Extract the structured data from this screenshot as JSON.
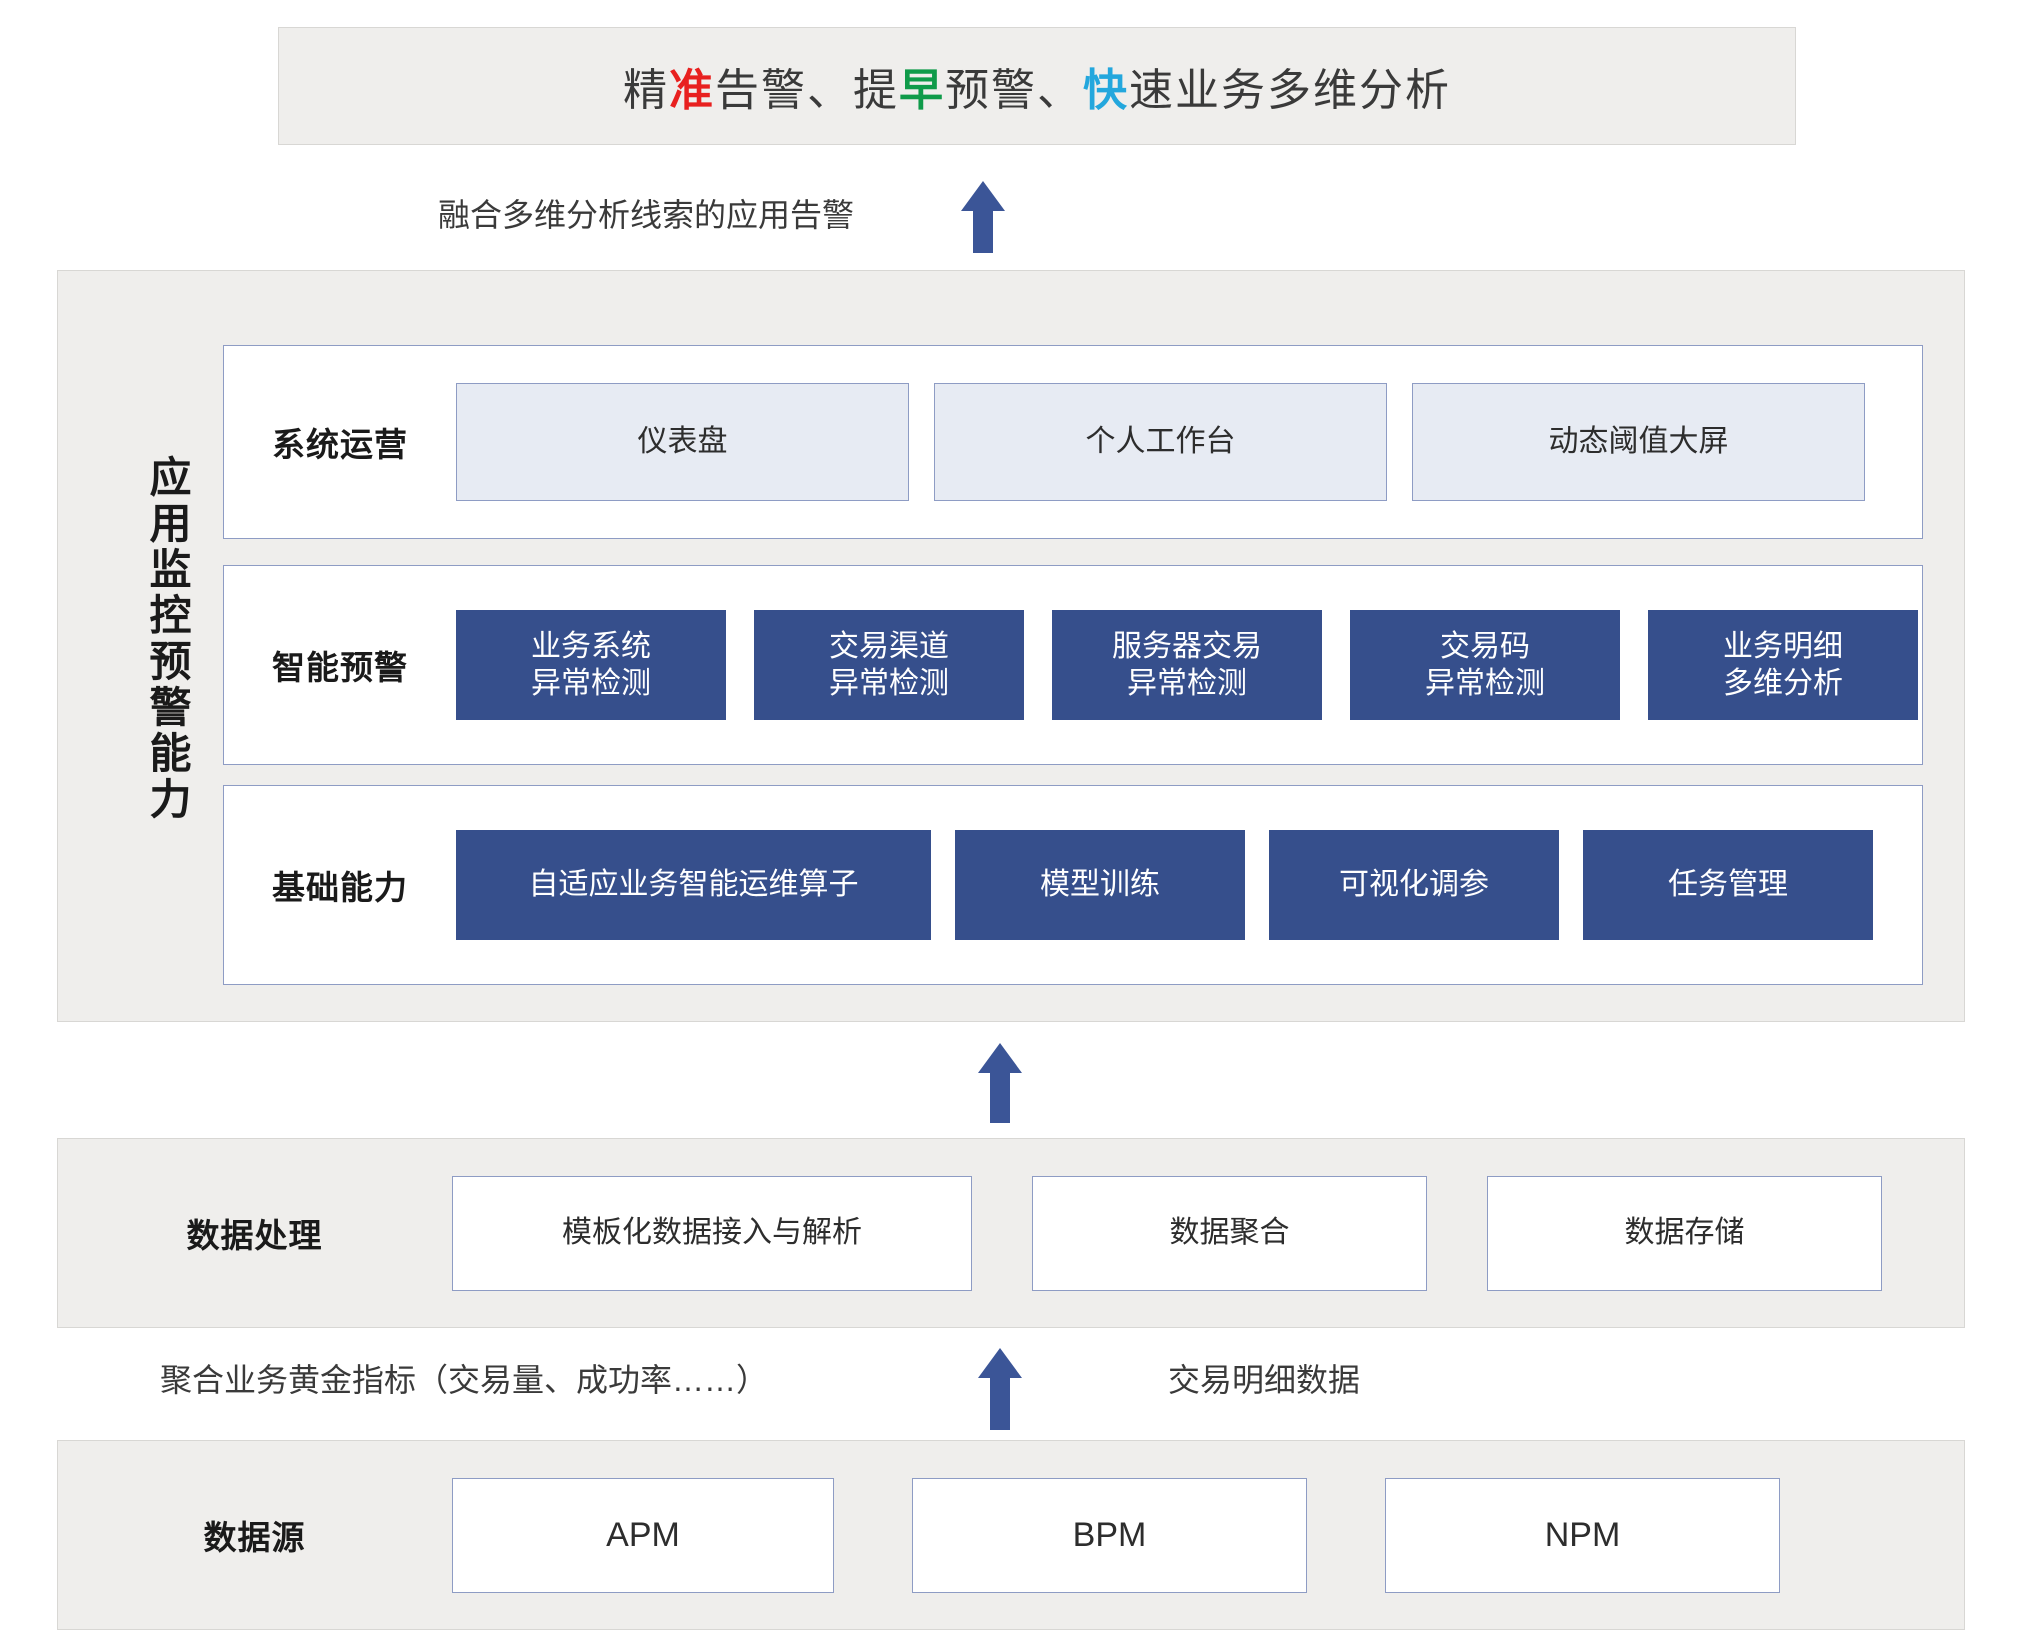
{
  "banner": {
    "prefix": "精",
    "hl_red": "准",
    "mid1": "告警、提",
    "hl_green": "早",
    "mid2": "预警、",
    "hl_cyan": "快",
    "suffix": "速业务多维分析",
    "full_text": "精准告警、提早预警、快速业务多维分析",
    "colors": {
      "red": "#e8201f",
      "green": "#0f9b4a",
      "cyan": "#23a7dd"
    }
  },
  "arrows": {
    "top_label": "融合多维分析线索的应用告警",
    "mid_label_left": "聚合业务黄金指标（交易量、成功率……）",
    "mid_label_right": "交易明细数据",
    "color": "#3b5597"
  },
  "capability_panel": {
    "side_label": "应用监控预警能力",
    "rows": [
      {
        "label": "系统运营",
        "style": "light",
        "tiles": [
          "仪表盘",
          "个人工作台",
          "动态阈值大屏"
        ]
      },
      {
        "label": "智能预警",
        "style": "blue",
        "tiles": [
          "业务系统\n异常检测",
          "交易渠道\n异常检测",
          "服务器交易\n异常检测",
          "交易码\n异常检测",
          "业务明细\n多维分析"
        ]
      },
      {
        "label": "基础能力",
        "style": "blue",
        "tiles": [
          "自适应业务智能运维算子",
          "模型训练",
          "可视化调参",
          "任务管理"
        ]
      }
    ]
  },
  "data_processing": {
    "label": "数据处理",
    "tiles": [
      "模板化数据接入与解析",
      "数据聚合",
      "数据存储"
    ]
  },
  "data_source": {
    "label": "数据源",
    "tiles": [
      "APM",
      "BPM",
      "NPM"
    ]
  },
  "palette": {
    "panel_bg": "#efeeec",
    "tile_blue": "#364f8c",
    "tile_light": "#e7ebf3",
    "border_blue": "#8e9cc4"
  }
}
